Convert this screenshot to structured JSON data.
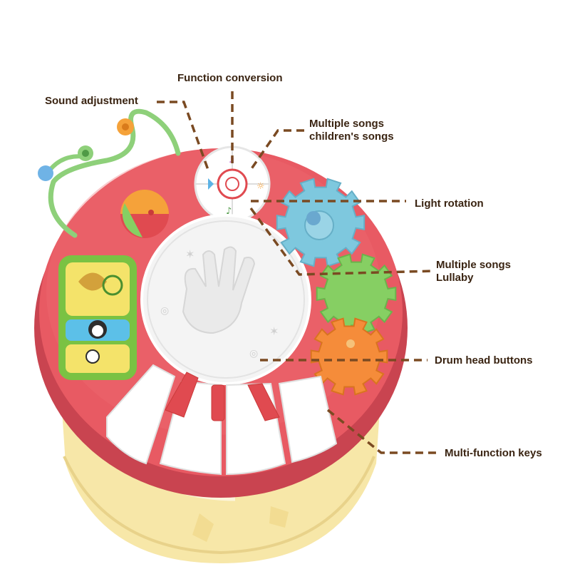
{
  "labels": {
    "function_conversion": "Function conversion",
    "sound_adjustment": "Sound adjustment",
    "multiple_songs_childrens_line1": "Multiple songs",
    "multiple_songs_childrens_line2": "children's songs",
    "light_rotation": "Light rotation",
    "multiple_songs_lullaby_line1": "Multiple songs",
    "multiple_songs_lullaby_line2": "Lullaby",
    "drum_head_buttons": "Drum head buttons",
    "multi_function_keys": "Multi-function keys"
  },
  "colors": {
    "body_red": "#e85a63",
    "body_red_dark": "#c94450",
    "base_yellow": "#f7e7a8",
    "gear_blue": "#7ec8de",
    "gear_green": "#86cf63",
    "gear_orange": "#f58c3a",
    "leader_line": "#7a4a22",
    "label_text": "#3a2412"
  },
  "icons": [
    "bead-maze-icon",
    "spinner-ball-icon",
    "flip-book-icon",
    "control-panel-icon",
    "hand-drum-icon",
    "gear-icon",
    "piano-keys-icon"
  ]
}
